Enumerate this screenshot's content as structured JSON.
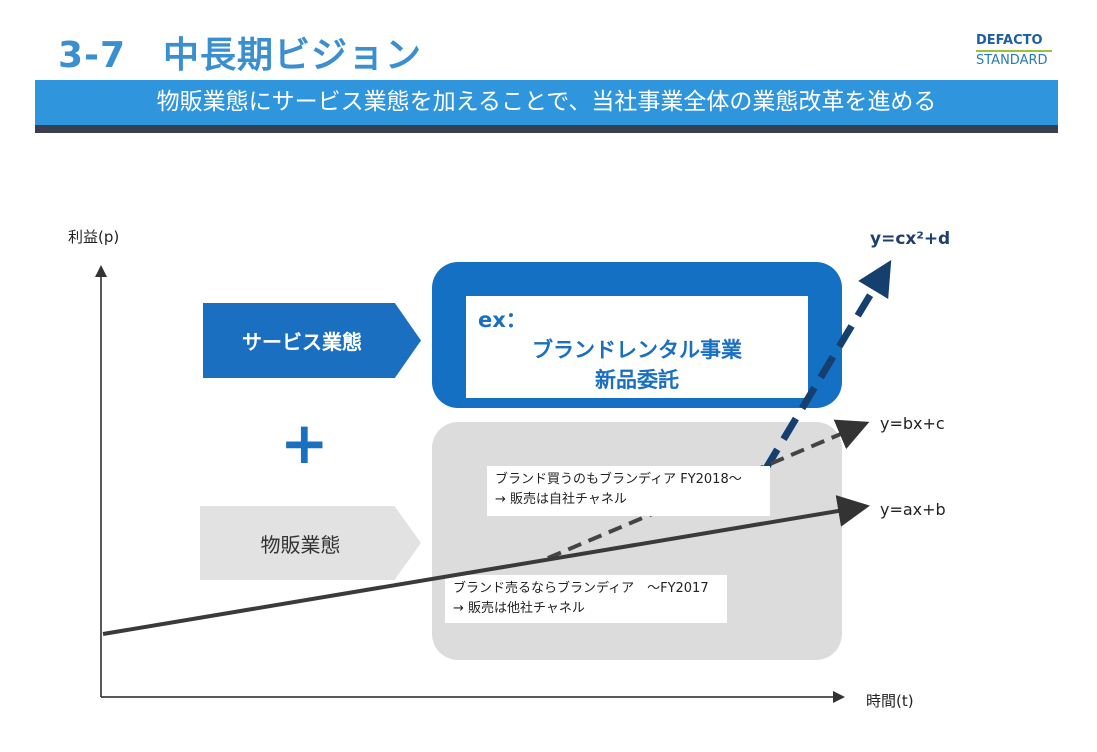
{
  "header": {
    "title": "3-7　中長期ビジョン",
    "logo_line1": "DEFACTO",
    "logo_line2": "STANDARD",
    "banner": "物販業態にサービス業態を加えることで、当社事業全体の業態改革を進める"
  },
  "axes": {
    "y_label": "利益(p)",
    "x_label": "時間(t)"
  },
  "service": {
    "label": "サービス業態",
    "ex": "ex：",
    "line1": "ブランドレンタル事業",
    "line2": "新品委託"
  },
  "plus": "+",
  "goods": {
    "label": "物販業態"
  },
  "notes": [
    {
      "line1": "ブランド買うのもブランディア FY2018～",
      "line2": "→  販売は自社チャネル"
    },
    {
      "line1": "ブランド売るならブランディア　～FY2017",
      "line2": "→ 販売は他社チャネル"
    }
  ],
  "curves": {
    "linear": "y=ax+b",
    "bx": "y=bx+c",
    "quad": "y=cx²+d"
  },
  "colors": {
    "blue": "#1a6fc0",
    "navy": "#143f6e",
    "gray": "#dcdcdc",
    "line": "#3a3a3a"
  }
}
